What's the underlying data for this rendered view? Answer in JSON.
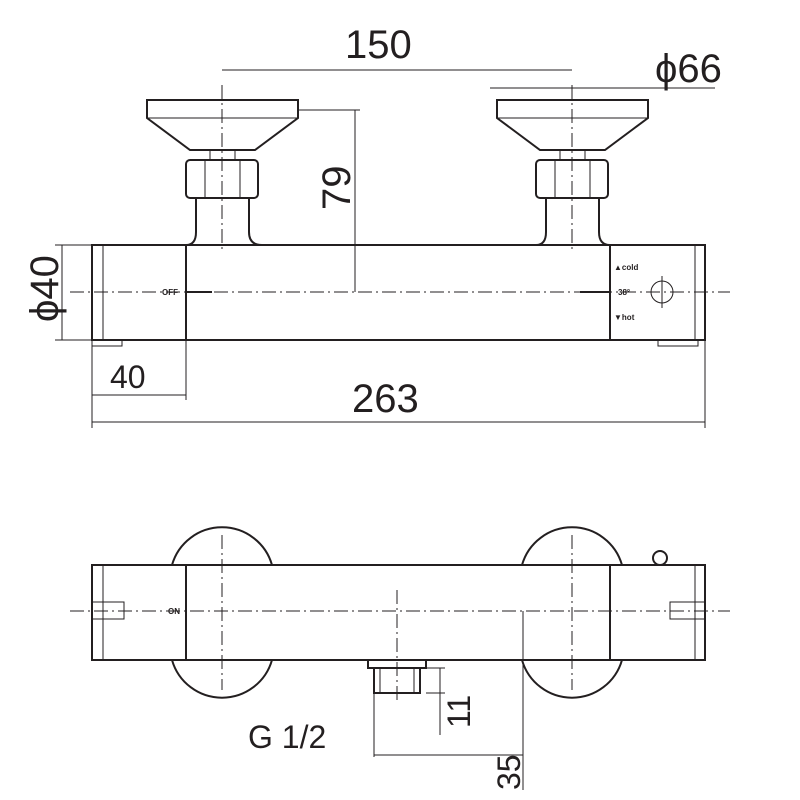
{
  "dimensions": {
    "handle_spacing": "150",
    "handle_diameter": "ϕ66",
    "height": "79",
    "body_diameter": "ϕ40",
    "end_length": "40",
    "total_length": "263",
    "thread": "G 1/2",
    "thread_length": "11",
    "outlet_offset": "35"
  },
  "markings": {
    "off": "OFF",
    "on": "ON",
    "cold": "▲cold",
    "temp": "38°",
    "hot": "▼hot"
  }
}
